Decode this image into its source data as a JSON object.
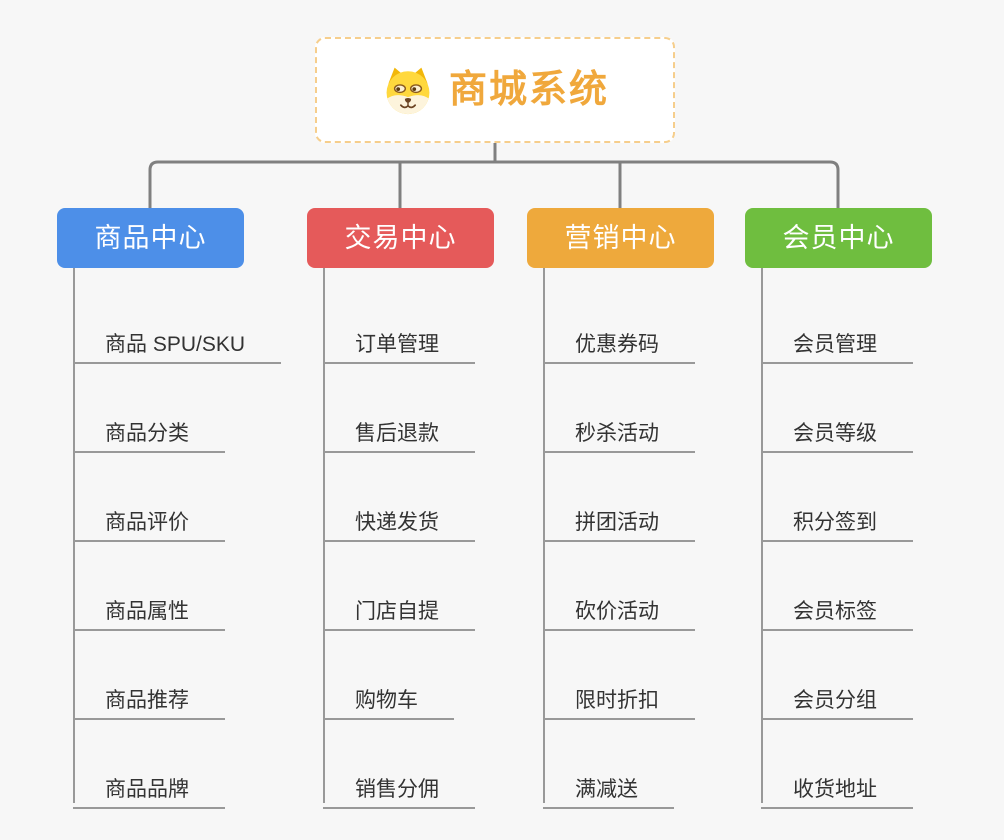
{
  "page": {
    "background_color": "#f7f7f7",
    "connector_color": "#808080",
    "leaf_line_color": "#999999",
    "leaf_text_color": "#333333"
  },
  "root": {
    "title": "商城系统",
    "icon": "dog-icon",
    "text_color": "#F0A83C",
    "border_color": "#F6CE8C",
    "background": "#ffffff"
  },
  "branches": [
    {
      "label": "商品中心",
      "color": "#4D8FE8",
      "children": [
        "商品 SPU/SKU",
        "商品分类",
        "商品评价",
        "商品属性",
        "商品推荐",
        "商品品牌"
      ]
    },
    {
      "label": "交易中心",
      "color": "#E55A5A",
      "children": [
        "订单管理",
        "售后退款",
        "快递发货",
        "门店自提",
        "购物车",
        "销售分佣"
      ]
    },
    {
      "label": "营销中心",
      "color": "#EEA93C",
      "children": [
        "优惠券码",
        "秒杀活动",
        "拼团活动",
        "砍价活动",
        "限时折扣",
        "满减送"
      ]
    },
    {
      "label": "会员中心",
      "color": "#6FBE3F",
      "children": [
        "会员管理",
        "会员等级",
        "积分签到",
        "会员标签",
        "会员分组",
        "收货地址"
      ]
    }
  ]
}
